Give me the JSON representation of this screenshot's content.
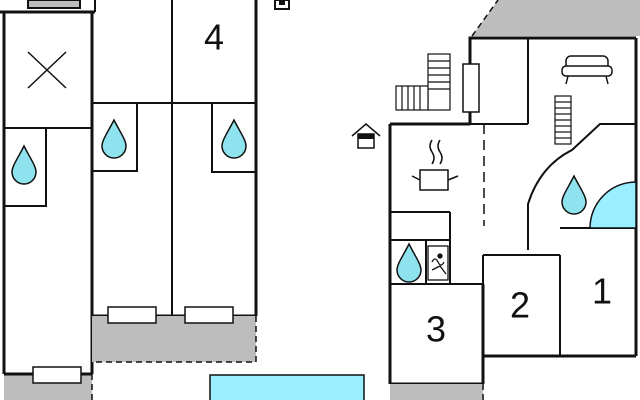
{
  "colors": {
    "wall": "#111111",
    "terrace": "#bdbdbd",
    "water": "#8fe3ee",
    "pool": "#99eeff",
    "background": "#ffffff"
  },
  "rooms": {
    "left": {
      "number": "4"
    },
    "right_top_right": {
      "number": "1"
    },
    "right_mid": {
      "number": "2"
    },
    "right_bottom_left": {
      "number": "3"
    }
  },
  "icons": [
    "water-drop-icon",
    "cross-icon",
    "stairs-icon",
    "pot-icon",
    "sofa-icon",
    "house-icon",
    "sauna-icon",
    "window-icon"
  ]
}
